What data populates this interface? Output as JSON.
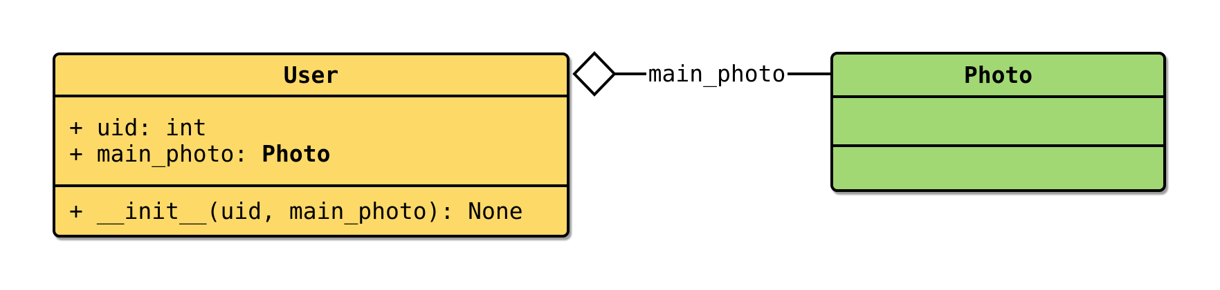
{
  "diagram": {
    "kind": "uml-class-diagram",
    "background_color": "#ffffff",
    "stroke_color": "#000000",
    "user_class": {
      "title": "User",
      "fill_color": "#fdd968",
      "attributes": {
        "uid": "+ uid: int",
        "main_photo_prefix": "+ main_photo: ",
        "main_photo_type": "Photo"
      },
      "methods": {
        "init": "+ __init__(uid, main_photo): None"
      }
    },
    "photo_class": {
      "title": "Photo",
      "fill_color": "#a1d873",
      "attributes": [],
      "methods": []
    },
    "relationship": {
      "type": "aggregation",
      "diamond": "hollow",
      "diamond_end": "User",
      "label": "main_photo"
    }
  }
}
